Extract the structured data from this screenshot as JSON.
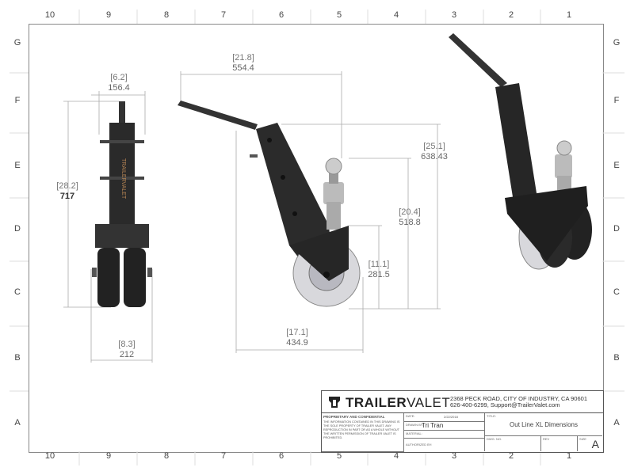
{
  "zones": {
    "columns": [
      "10",
      "9",
      "8",
      "7",
      "6",
      "5",
      "4",
      "3",
      "2",
      "1"
    ],
    "rows": [
      "G",
      "F",
      "E",
      "D",
      "C",
      "B",
      "A"
    ]
  },
  "dimensions": [
    {
      "id": "front-width-top",
      "imperial": "[6.2]",
      "metric": "156.4"
    },
    {
      "id": "front-height",
      "imperial": "[28.2]",
      "metric": "717"
    },
    {
      "id": "front-width-bottom",
      "imperial": "[8.3]",
      "metric": "212"
    },
    {
      "id": "side-overall-length",
      "imperial": "[21.8]",
      "metric": "554.4"
    },
    {
      "id": "side-overall-height",
      "imperial": "[25.1]",
      "metric": "638.43"
    },
    {
      "id": "ball-height",
      "imperial": "[20.4]",
      "metric": "518.8"
    },
    {
      "id": "wheel-height",
      "imperial": "[11.1]",
      "metric": "281.5"
    },
    {
      "id": "side-base-length",
      "imperial": "[17.1]",
      "metric": "434.9"
    }
  ],
  "title_block": {
    "brand_bold": "TRAILER",
    "brand_light": "VALET",
    "address_line1": "2368 PECK ROAD, CITY OF INDUSTRY, CA 90601",
    "address_line2": "626-400-6299,  Support@TrailerValet.com",
    "proprietary_heading": "PROPRIETARY AND CONFIDENTIAL",
    "proprietary_text": "THE INFORMATION CONTAINED IN THIS DRAWING IS THE SOLE PROPERTY OF TRAILER VALET. ANY REPRODUCTION IN PART OR AS A WHOLE WITHOUT THE WRITTEN PERMISSION OF TRAILER VALET IS PROHIBITED.",
    "date_label": "DATE:",
    "date_value": "2/22/2018",
    "drawn_by_label": "DRAWN BY:",
    "drawn_by_value": "Tri Tran",
    "material_label": "MATERIAL:",
    "authorized_label": "AUTHORIZED BY:",
    "title_label": "TITLE:",
    "title_value": "Out Line XL  Dimensions",
    "dwg_no_label": "DWG. NO.",
    "rev_label": "REV",
    "size_label": "SIZE",
    "size_value": "A"
  },
  "colors": {
    "metal_dark": "#2a2a2a",
    "tire_light": "#d8d8dc",
    "dim_line": "#aaaaaa"
  }
}
